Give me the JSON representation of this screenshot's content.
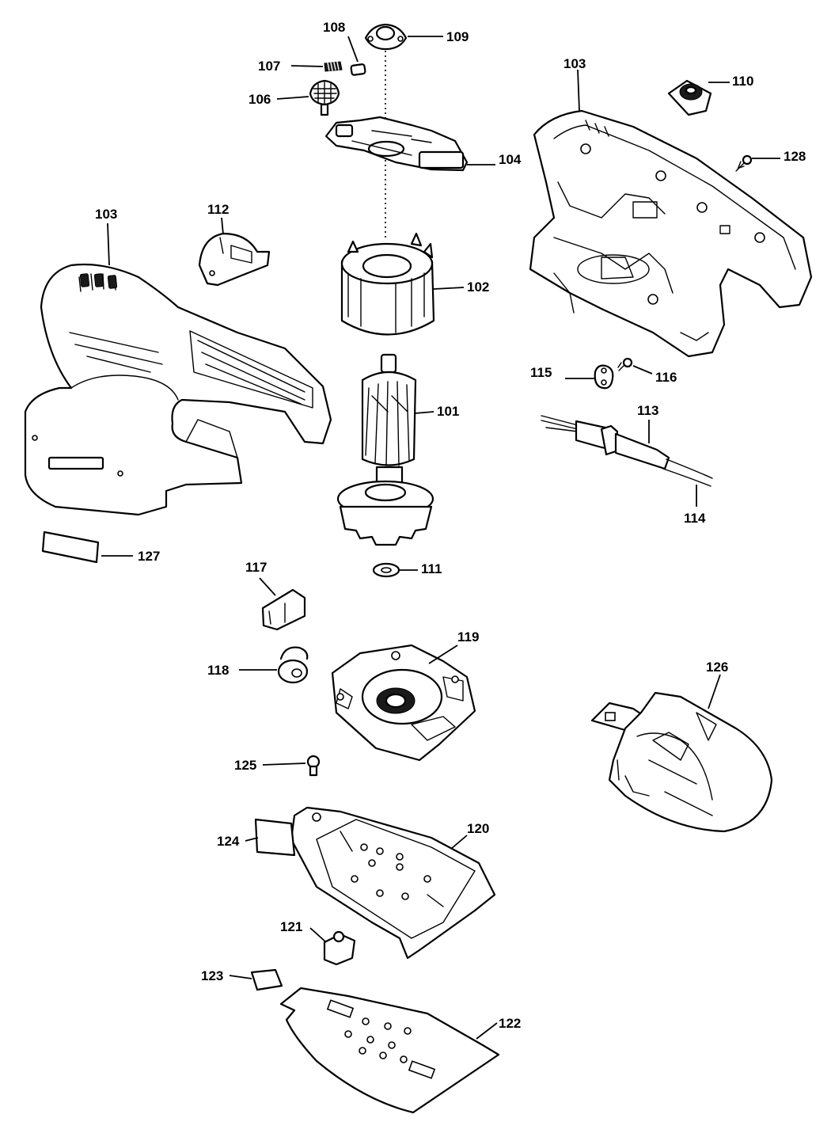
{
  "diagram": {
    "parts": [
      {
        "id": "101"
      },
      {
        "id": "102"
      },
      {
        "id": "103"
      },
      {
        "id": "104"
      },
      {
        "id": "106"
      },
      {
        "id": "107"
      },
      {
        "id": "108"
      },
      {
        "id": "109"
      },
      {
        "id": "110"
      },
      {
        "id": "111"
      },
      {
        "id": "112"
      },
      {
        "id": "113"
      },
      {
        "id": "114"
      },
      {
        "id": "115"
      },
      {
        "id": "116"
      },
      {
        "id": "117"
      },
      {
        "id": "118"
      },
      {
        "id": "119"
      },
      {
        "id": "120"
      },
      {
        "id": "121"
      },
      {
        "id": "122"
      },
      {
        "id": "123"
      },
      {
        "id": "124"
      },
      {
        "id": "125"
      },
      {
        "id": "126"
      },
      {
        "id": "127"
      },
      {
        "id": "128"
      }
    ],
    "callouts": {
      "c101": "101",
      "c102": "102",
      "c103a": "103",
      "c103b": "103",
      "c104": "104",
      "c106": "106",
      "c107": "107",
      "c108": "108",
      "c109": "109",
      "c110": "110",
      "c111": "111",
      "c112": "112",
      "c113": "113",
      "c114": "114",
      "c115": "115",
      "c116": "116",
      "c117": "117",
      "c118": "118",
      "c119": "119",
      "c120": "120",
      "c121": "121",
      "c122": "122",
      "c123": "123",
      "c124": "124",
      "c125": "125",
      "c126": "126",
      "c127": "127",
      "c128": "128"
    }
  }
}
